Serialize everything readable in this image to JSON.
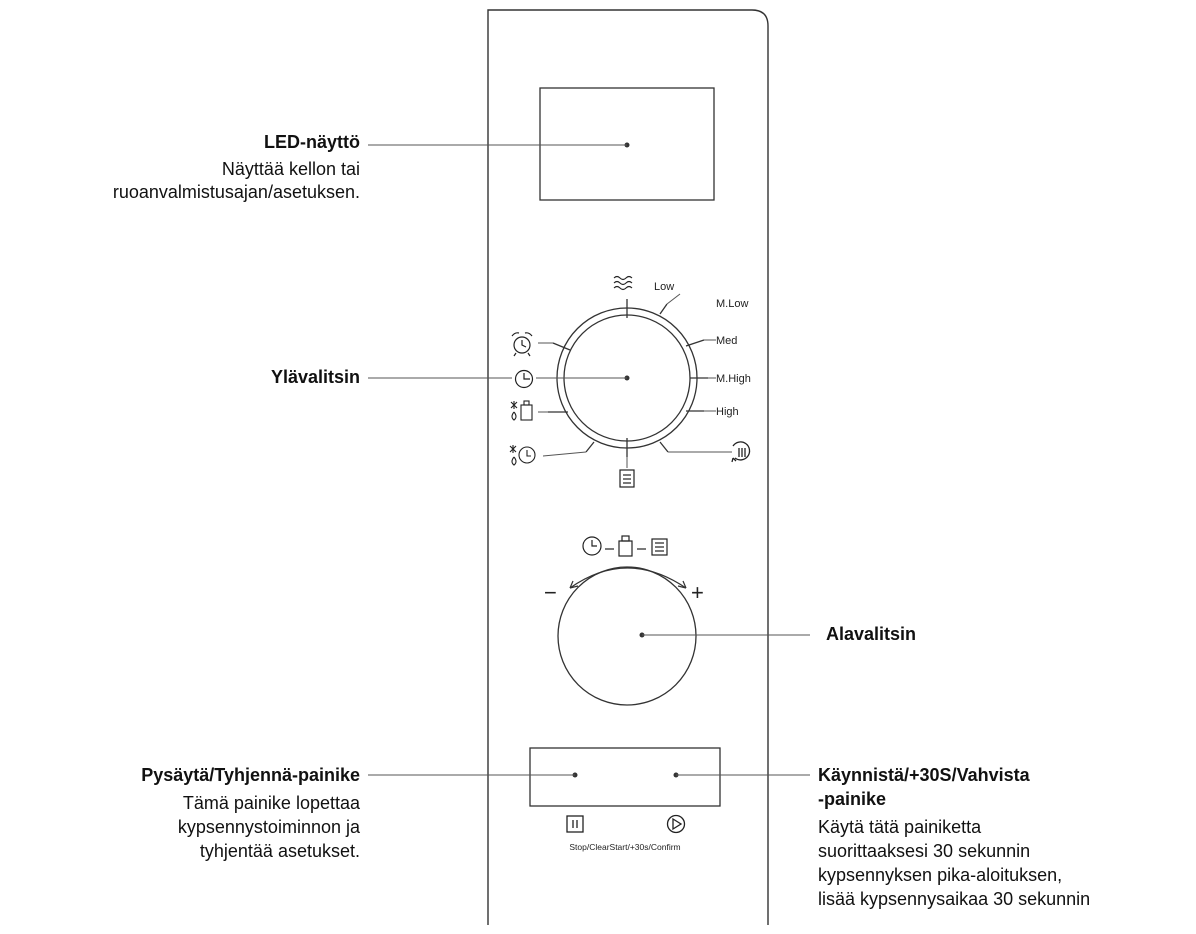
{
  "callouts": {
    "led": {
      "title": "LED-näyttö",
      "lines": [
        "Näyttää kellon tai",
        "ruoanvalmistusajan/asetuksen."
      ]
    },
    "upper_dial": {
      "title": "Ylävalitsin"
    },
    "lower_dial": {
      "title": "Alavalitsin"
    },
    "stop": {
      "title": "Pysäytä/Tyhjennä-painike",
      "lines": [
        "Tämä painike lopettaa",
        "kypsennystoiminnon ja",
        "tyhjentää asetukset."
      ]
    },
    "start": {
      "title_lines": [
        "Käynnistä/+30S/Vahvista",
        "-painike"
      ],
      "lines": [
        "Käytä tätä painiketta",
        "suorittaaksesi 30 sekunnin",
        "kypsennyksen pika-aloituksen,",
        "lisää kypsennysaikaa 30 sekunnin"
      ]
    }
  },
  "upper_dial": {
    "power_labels": [
      "Low",
      "M.Low",
      "Med",
      "M.High",
      "High"
    ],
    "icons": [
      "defrost-waves-icon",
      "alarm-clock-icon",
      "clock-icon",
      "weight-defrost-icon",
      "time-defrost-icon",
      "menu-icon",
      "grill-combo-icon"
    ]
  },
  "lower_dial": {
    "minus": "−",
    "plus": "+",
    "icons": [
      "clock-icon",
      "weight-icon",
      "menu-icon"
    ]
  },
  "buttons": {
    "caption": "Stop/ClearStart/+30s/Confirm",
    "icons": [
      "pause-icon",
      "play-icon"
    ]
  }
}
